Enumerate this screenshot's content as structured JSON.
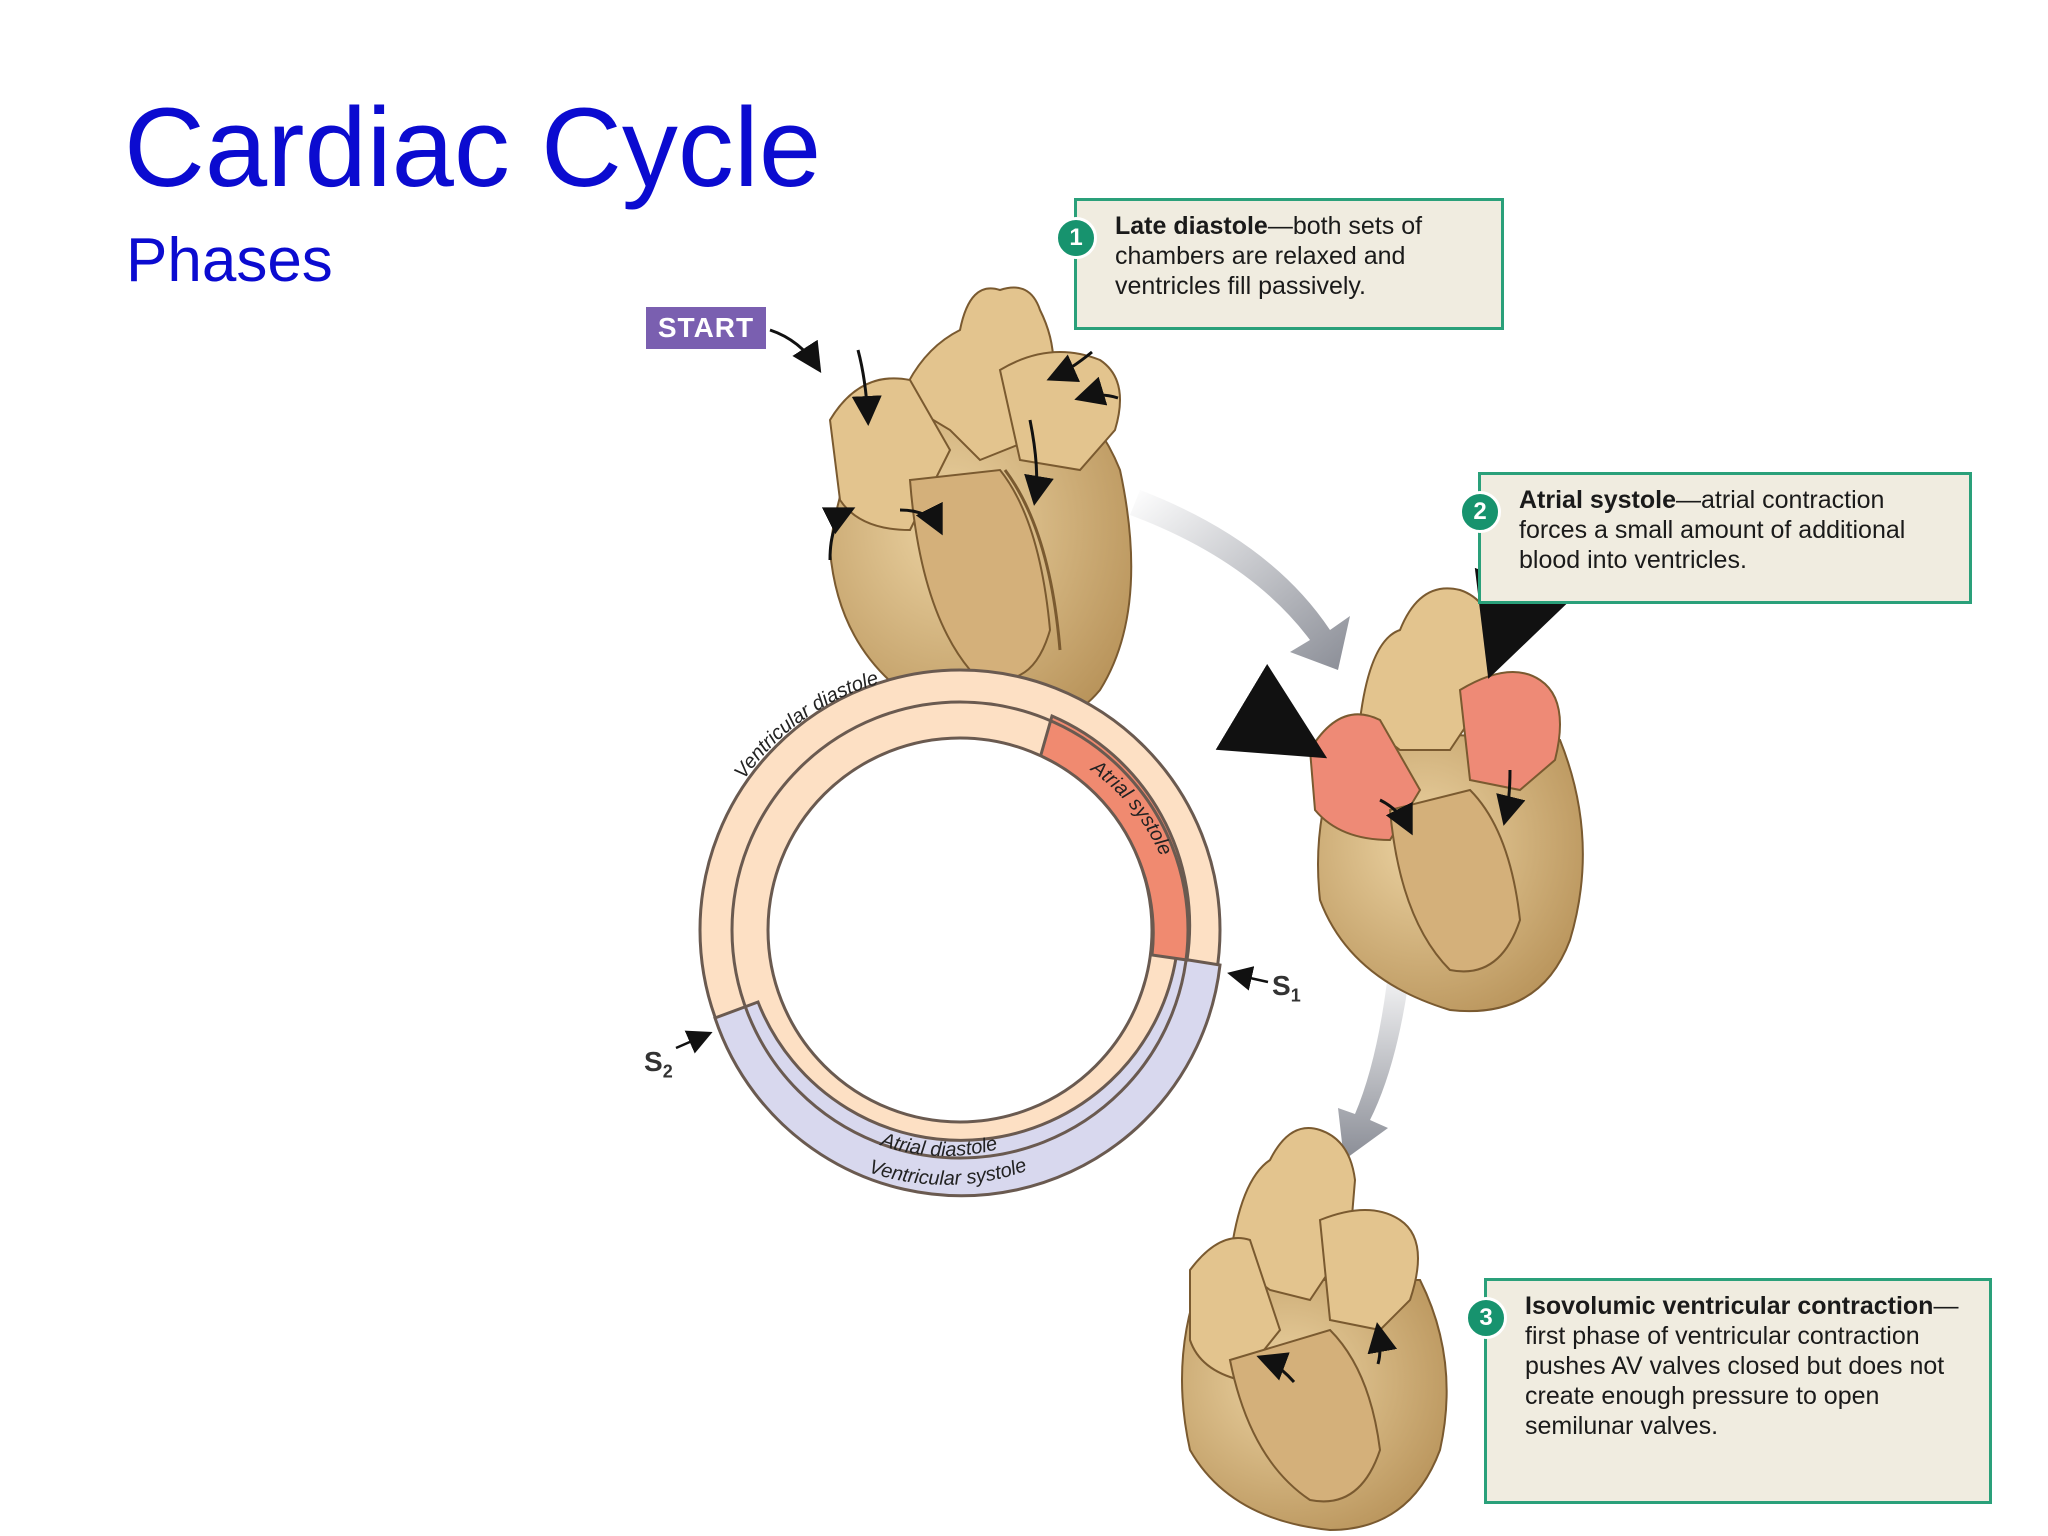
{
  "title": "Cardiac Cycle",
  "subtitle": "Phases",
  "start_label": "START",
  "ring": {
    "outer_labels": {
      "ventricular_diastole": "Ventricular diastole",
      "ventricular_systole": "Ventricular systole"
    },
    "inner_labels": {
      "atrial_systole": "Atrial systole",
      "atrial_diastole": "Atrial diastole"
    },
    "sound_1": {
      "letter": "S",
      "sub": "1"
    },
    "sound_2": {
      "letter": "S",
      "sub": "2"
    },
    "colors": {
      "diastole": "#fde0c4",
      "systole_atrial": "#f08a70",
      "systole_ventricular": "#d8d8ee",
      "outline": "#6a5a50"
    }
  },
  "steps": [
    {
      "number": "1",
      "heading": "Late diastole",
      "text": "—both sets of chambers are relaxed and ventricles fill passively."
    },
    {
      "number": "2",
      "heading": "Atrial systole",
      "text": "—atrial contraction forces a small amount of additional blood into ventricles."
    },
    {
      "number": "3",
      "heading": "Isovolumic ventricular contraction",
      "text": "—first phase of ventricular contraction pushes AV valves closed but does not create enough pressure to open semilunar valves."
    }
  ],
  "accent_colors": {
    "title": "#0b0bd0",
    "callout_border": "#2aa07a",
    "callout_bg": "#f0ece0",
    "start_bg": "#7a5fb0",
    "heart_tan": "#d9b97f",
    "heart_red": "#ee8a76"
  }
}
